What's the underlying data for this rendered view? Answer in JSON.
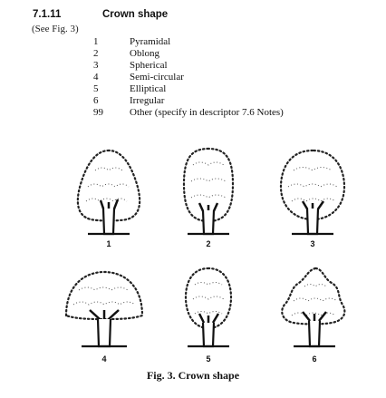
{
  "descriptor": {
    "code": "7.1.11",
    "title": "Crown shape",
    "reference": "(See Fig. 3)"
  },
  "options": [
    {
      "code": "1",
      "label": "Pyramidal"
    },
    {
      "code": "2",
      "label": "Oblong"
    },
    {
      "code": "3",
      "label": "Spherical"
    },
    {
      "code": "4",
      "label": "Semi-circular"
    },
    {
      "code": "5",
      "label": "Elliptical"
    },
    {
      "code": "6",
      "label": "Irregular"
    },
    {
      "code": "99",
      "label": "Other (specify in descriptor 7.6 Notes)"
    }
  ],
  "figure": {
    "labels": [
      "1",
      "2",
      "3",
      "4",
      "5",
      "6"
    ],
    "caption": "Fig. 3. Crown shape"
  }
}
